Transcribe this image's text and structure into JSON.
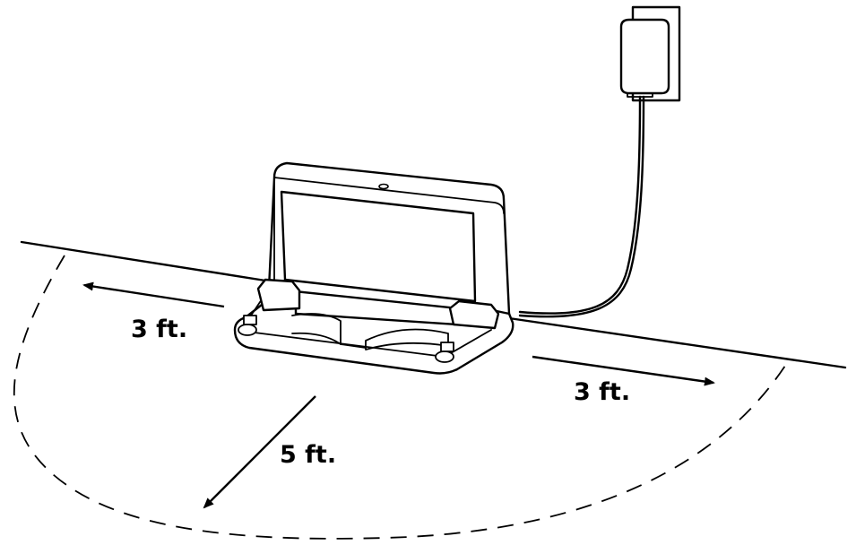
{
  "labels": {
    "left_distance": "3 ft.",
    "right_distance": "3 ft.",
    "front_distance": "5 ft."
  }
}
